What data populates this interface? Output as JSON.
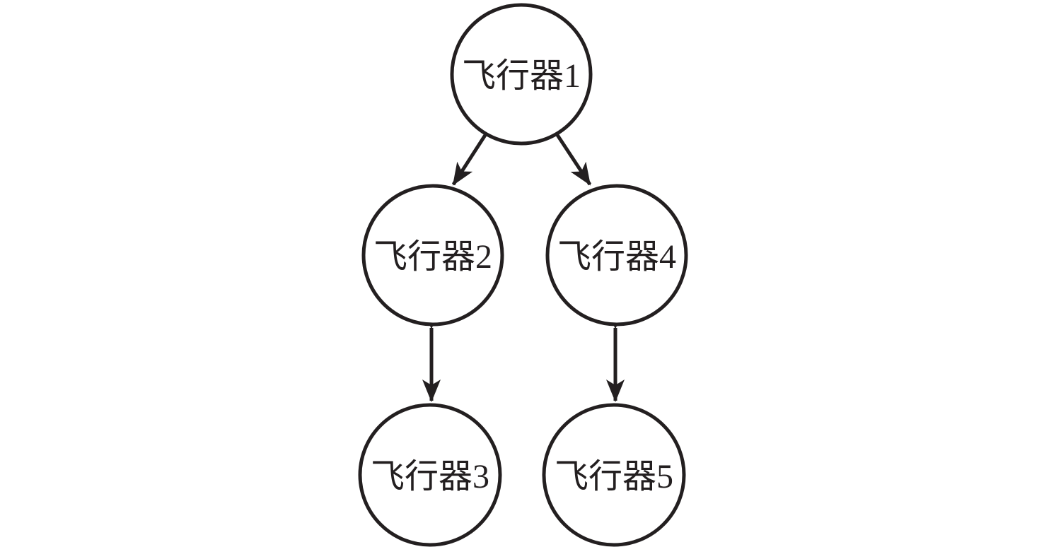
{
  "diagram": {
    "description": "Aircraft communication topology tree",
    "background_color": "#ffffff",
    "node_fill_color": "#ffffff",
    "line_color": "#231f20",
    "nodes": [
      {
        "id": "1",
        "label": "飞行器1"
      },
      {
        "id": "2",
        "label": "飞行器2"
      },
      {
        "id": "3",
        "label": "飞行器3"
      },
      {
        "id": "4",
        "label": "飞行器4"
      },
      {
        "id": "5",
        "label": "飞行器5"
      }
    ],
    "edges": [
      {
        "from": "1",
        "to": "2",
        "type": "directed"
      },
      {
        "from": "1",
        "to": "4",
        "type": "directed"
      },
      {
        "from": "2",
        "to": "3",
        "type": "bidirectional"
      },
      {
        "from": "4",
        "to": "5",
        "type": "bidirectional"
      }
    ]
  }
}
